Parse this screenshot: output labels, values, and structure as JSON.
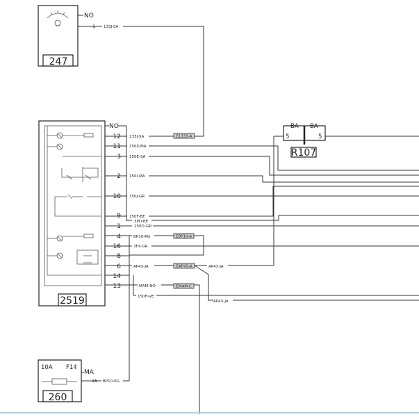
{
  "components": {
    "c247": {
      "id": "247",
      "pin_label": "NO",
      "pin": "1",
      "wire": "133J-SA"
    },
    "c2519": {
      "id": "2519",
      "ground_label": "NO",
      "pins": [
        {
          "pin": "12",
          "wire": "133J-SA",
          "tag": "E1333-A"
        },
        {
          "pin": "11",
          "wire": "150X-MA",
          "tag": ""
        },
        {
          "pin": "3",
          "wire": "150E-SA",
          "tag": ""
        },
        {
          "pin": "2",
          "wire": "150I-MA",
          "tag": ""
        },
        {
          "pin": "10",
          "wire": "150J-GR",
          "tag": ""
        },
        {
          "pin": "9",
          "wire": "150F-BE",
          "tag": ""
        },
        {
          "pin": "",
          "wire": "3PD-BE",
          "tag": ""
        },
        {
          "pin": "1",
          "wire": "150O-GR",
          "tag": ""
        },
        {
          "pin": "4",
          "wire": "BP10-RG",
          "tag": "EBP10-A"
        },
        {
          "pin": "16",
          "wire": "3FX-GR",
          "tag": ""
        },
        {
          "pin": "8",
          "wire": "",
          "tag": ""
        },
        {
          "pin": "6",
          "wire": "AP43-JA",
          "tag": "EAP43-A"
        },
        {
          "pin": "14",
          "wire": "",
          "tag": ""
        },
        {
          "pin": "13",
          "wire": "MAM-NO",
          "tag": "EMAM-C"
        },
        {
          "pin": "",
          "wire": "150H-VE",
          "tag": ""
        }
      ],
      "splice_wire": "AP43-JA",
      "lower_wire": "AP43-JA"
    },
    "r107": {
      "id": "R107",
      "left_label": "BA",
      "right_label": "BA",
      "left_pin": "5",
      "right_pin": "5"
    },
    "c260": {
      "id": "260",
      "rating": "10A",
      "fuse": "F14",
      "pin_label": "MA",
      "pin": "15",
      "wire": "BP10-RG"
    }
  },
  "colors": {
    "line": "#333333",
    "tag_fill": "#cfcfcf",
    "bottom_rule": "#b5cfe0"
  }
}
